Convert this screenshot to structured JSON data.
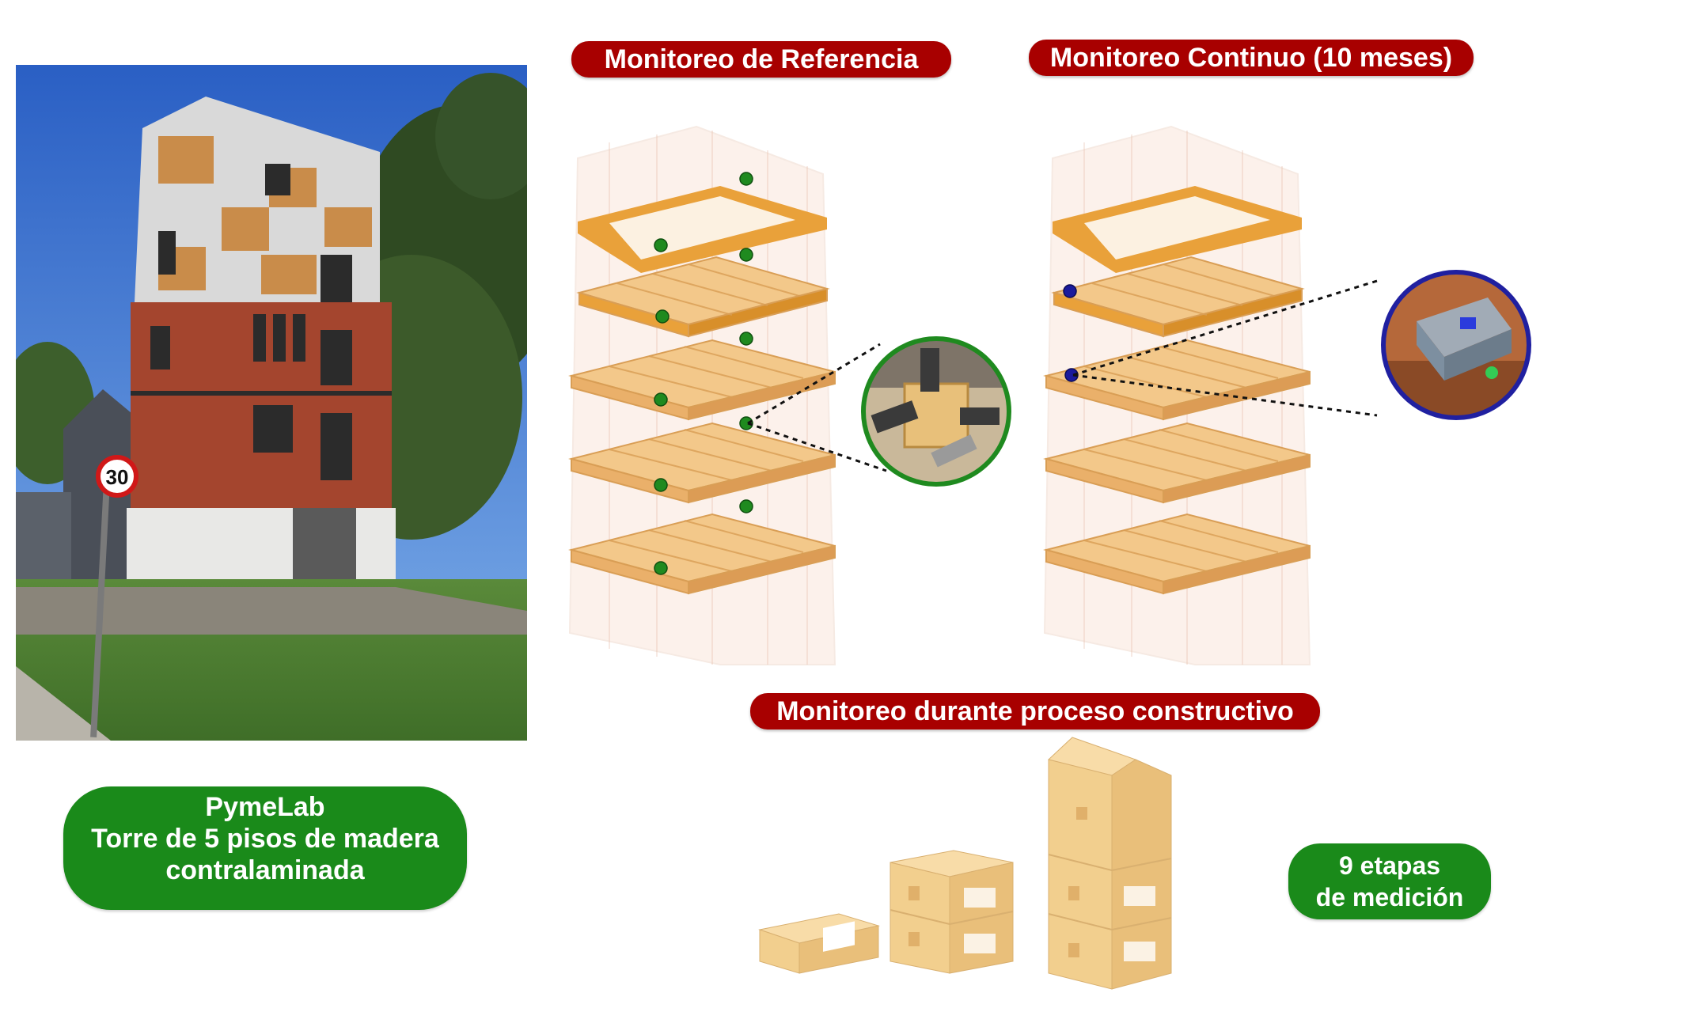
{
  "labels": {
    "reference": "Monitoreo de Referencia",
    "continuous": "Monitoreo Continuo (10 meses)",
    "construction": "Monitoreo durante proceso constructivo"
  },
  "photo": {
    "speed_sign": "30"
  },
  "building_info": {
    "name": "PymeLab",
    "line1": "Torre de 5 pisos de madera",
    "line2": "contralaminada"
  },
  "stages": {
    "line1": "9 etapas",
    "line2": "de medición"
  },
  "colors": {
    "label_red": "#a80000",
    "label_green": "#1a8a1a",
    "sensor_green": "#1f8a1f",
    "sensor_blue": "#1a1a9c",
    "wood": "#f2c98a"
  }
}
